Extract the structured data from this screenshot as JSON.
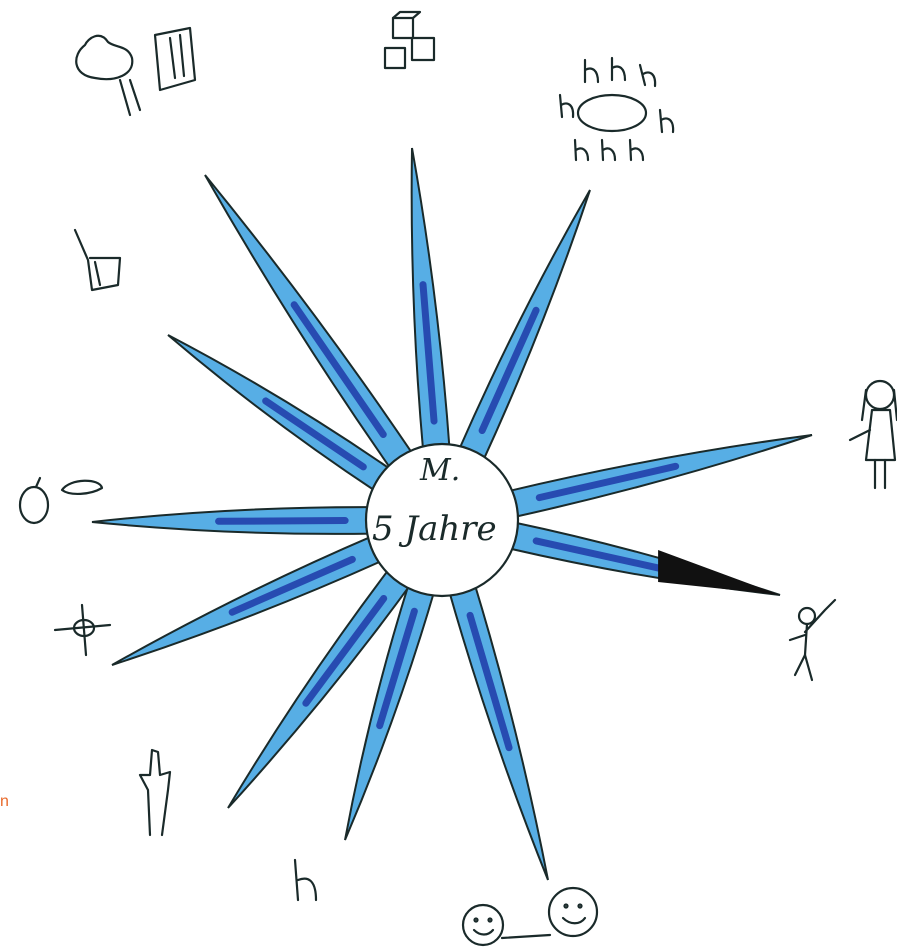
{
  "drawing": {
    "center_text_line1": "M.",
    "center_text_line2": "5 Jahre",
    "colors": {
      "light_blue": "#3aa0e0",
      "dark_blue": "#1f3aa8",
      "black": "#111111",
      "ink": "#1a2a2a",
      "margin_mark": "#e8692a"
    },
    "margin_mark_text": "n"
  },
  "doodles": [
    "cloud-icon",
    "building-icon",
    "blocks-icon",
    "people-circle-icon",
    "chair-icon",
    "apple-icon",
    "hat-icon",
    "cross-icon",
    "hand-icon",
    "bench-icon",
    "girl-figure-icon",
    "child-figure-icon",
    "smiley-faces-icon"
  ]
}
